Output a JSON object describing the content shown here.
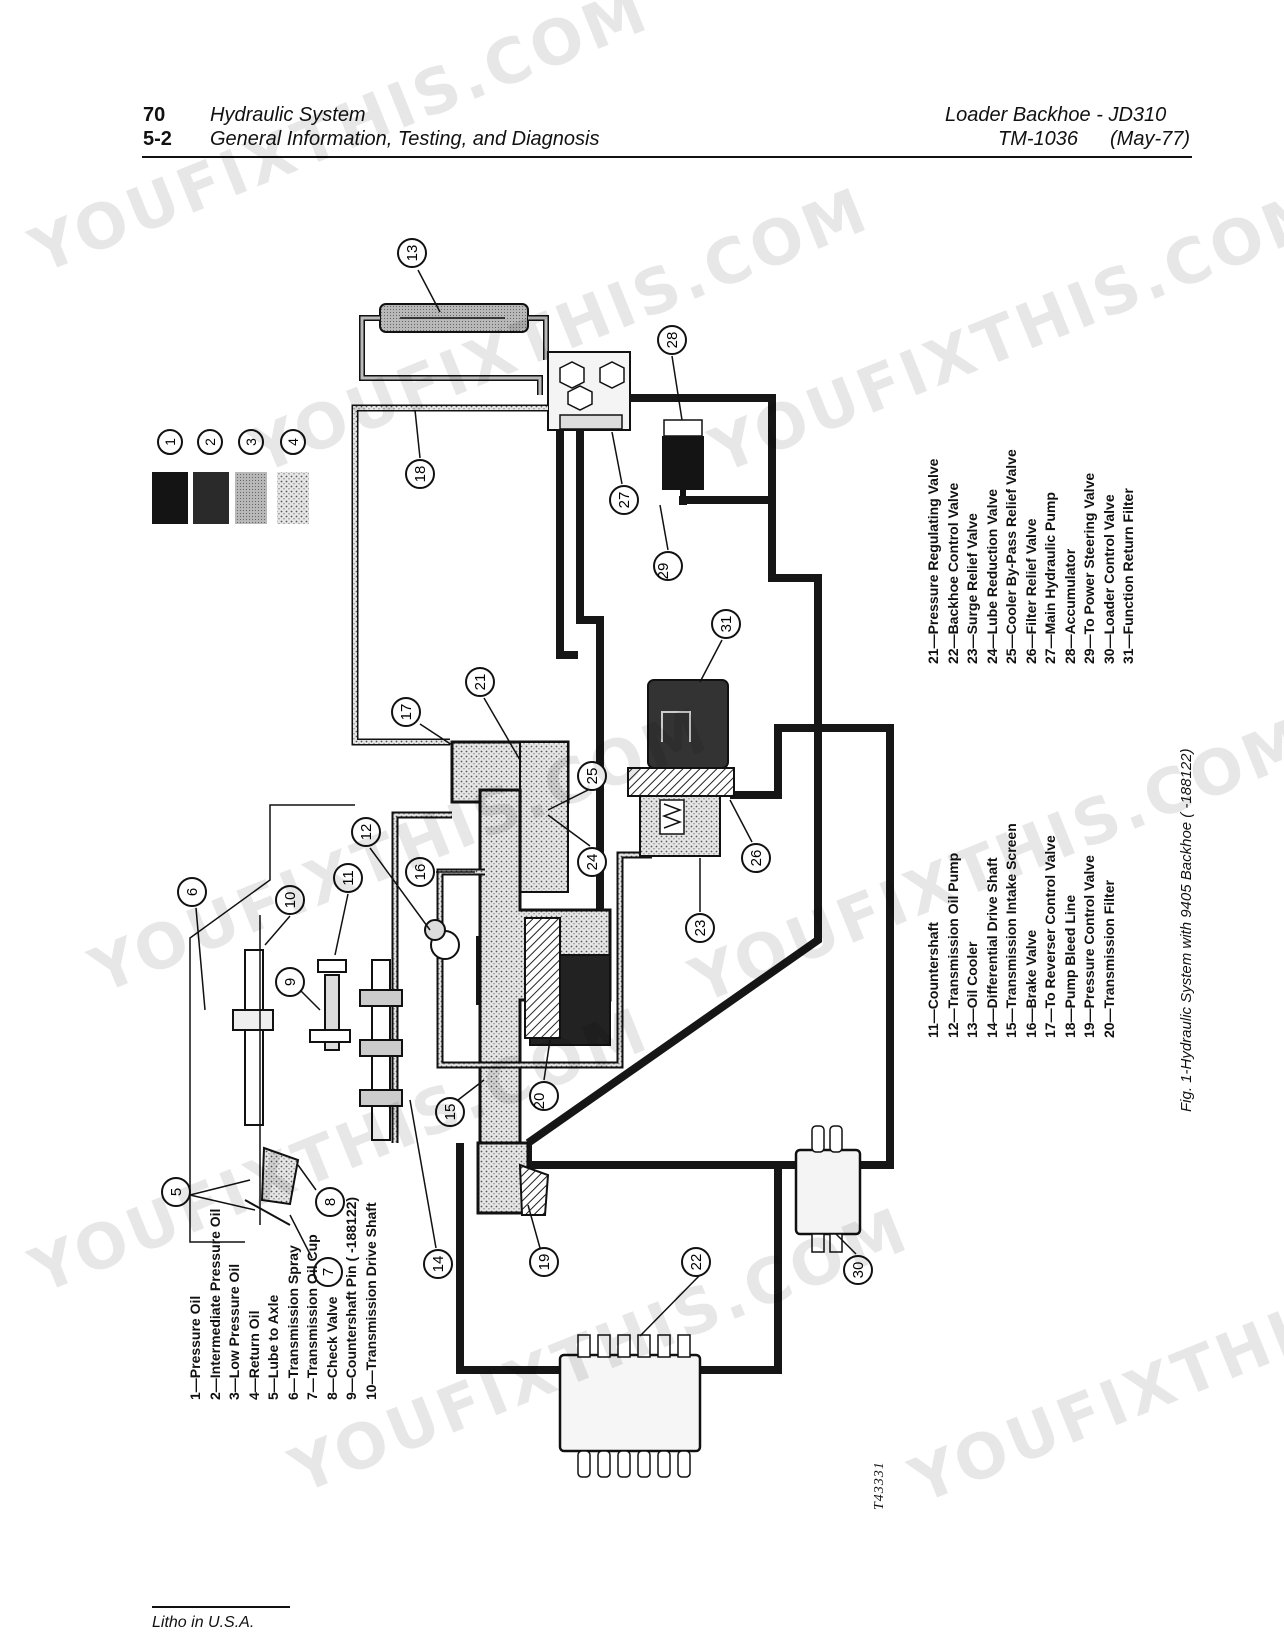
{
  "header": {
    "page_number": "70",
    "section_number": "5-2",
    "section_title": "Hydraulic System",
    "section_subtitle": "General Information, Testing, and Diagnosis",
    "manual_title": "Loader Backhoe - JD310",
    "manual_code": "TM-1036",
    "manual_date": "(May-77)"
  },
  "legend_left": [
    "1—Pressure Oil",
    "2—Intermediate Pressure Oil",
    "3—Low Pressure Oil",
    "4—Return Oil",
    "5—Lube to Axle",
    "6—Transmission Spray",
    "7—Transmission Oil Cup",
    "8—Check Valve",
    "9—Countershaft Pin (          -188122)",
    "10—Transmission Drive Shaft"
  ],
  "legend_mid": [
    "11—Countershaft",
    "12—Transmission Oil Pump",
    "13—Oil Cooler",
    "14—Differential Drive Shaft",
    "15—Transmission Intake Screen",
    "16—Brake Valve",
    "17—To Reverser Control Valve",
    "18—Pump Bleed Line",
    "19—Pressure Control Valve",
    "20—Transmission Filter"
  ],
  "legend_right": [
    "21—Pressure Regulating Valve",
    "22—Backhoe Control Valve",
    "23—Surge Relief Valve",
    "24—Lube Reduction Valve",
    "25—Cooler By-Pass Relief Valve",
    "26—Filter Relief Valve",
    "27—Main Hydraulic Pump",
    "28—Accumulator",
    "29—To Power Steering Valve",
    "30—Loader Control Valve",
    "31—Function Return Filter"
  ],
  "caption": "Fig. 1-Hydraulic System with 9405 Backhoe (          -188122)",
  "figure_number": "T43331",
  "footer": "Litho in U.S.A.",
  "watermark": "YOUFIXTHIS.COM",
  "swatch_labels": [
    "1",
    "2",
    "3",
    "4"
  ],
  "callouts": [
    "5",
    "6",
    "7",
    "8",
    "9",
    "10",
    "11",
    "12",
    "13",
    "14",
    "15",
    "16",
    "17",
    "18",
    "19",
    "20",
    "21",
    "22",
    "23",
    "24",
    "25",
    "26",
    "27",
    "28",
    "29",
    "30",
    "31"
  ],
  "colors": {
    "pressure_oil": "#1a1a1a",
    "intermediate": "#2e2e2e",
    "low_pressure": "#a8a8a8",
    "return_oil": "#d4d4d4"
  }
}
